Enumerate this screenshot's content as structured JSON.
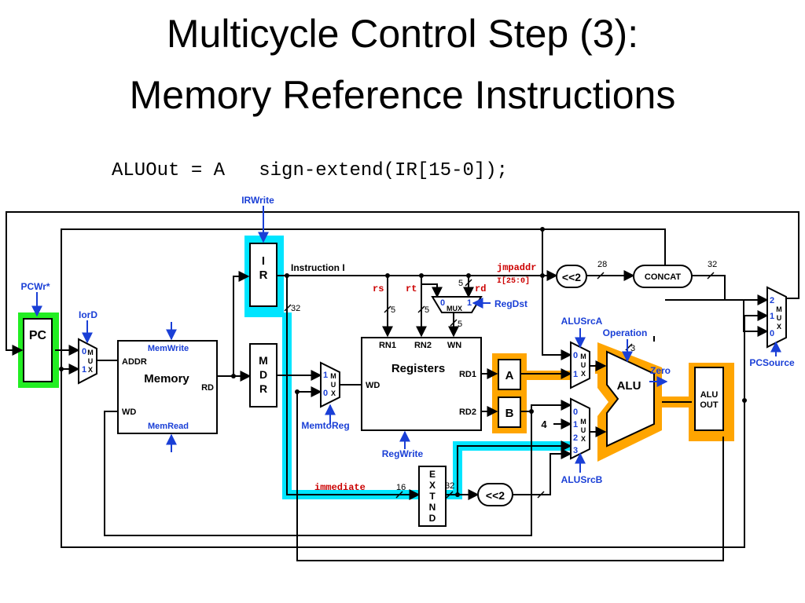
{
  "slide": {
    "title_line1": "Multicycle Control Step (3):",
    "title_line2": "Memory Reference Instructions",
    "equation": "ALUOut = A   sign-extend(IR[15-0]);"
  },
  "blocks": {
    "pc": "PC",
    "memory": "Memory",
    "mem_addr": "ADDR",
    "mem_rd": "RD",
    "mem_wd": "WD",
    "ir": [
      "I",
      "R"
    ],
    "mdr": [
      "M",
      "D",
      "R"
    ],
    "registers": "Registers",
    "rn1": "RN1",
    "rn2": "RN2",
    "wn": "WN",
    "rd1": "RD1",
    "rd2": "RD2",
    "reg_wd": "WD",
    "reg_a": "A",
    "reg_b": "B",
    "alu": "ALU",
    "alu_out": [
      "ALU",
      "OUT"
    ],
    "extnd": [
      "E",
      "X",
      "T",
      "N",
      "D"
    ],
    "shift_top": "<<2",
    "shift_bottom": "<<2",
    "concat": "CONCAT",
    "regdst_mux": "MUX",
    "mux_letters": [
      "M",
      "U",
      "X"
    ]
  },
  "signals": {
    "irwrite": "IRWrite",
    "pcwr": "PCWr*",
    "iord": "IorD",
    "memwrite": "MemWrite",
    "memread": "MemRead",
    "memtoreg": "MemtoReg",
    "regwrite": "RegWrite",
    "regdst": "RegDst",
    "alusrca": "ALUSrcA",
    "alusrcb": "ALUSrcB",
    "operation": "Operation",
    "zero": "Zero",
    "pcsource": "PCSource"
  },
  "labels": {
    "instruction": "Instruction  I",
    "rs": "rs",
    "rt": "rt",
    "rd": "rd",
    "jmpaddr": "jmpaddr",
    "i25": "I[25:0]",
    "immediate": "immediate",
    "four": "4"
  },
  "bus_widths": {
    "w5a": "5",
    "w5b": "5",
    "w5c": "5",
    "w5d": "5",
    "w32_ir": "32",
    "w32_ext": "32",
    "w28": "28",
    "w32_concat": "32",
    "w3": "3",
    "w16": "16"
  },
  "mux_inputs": {
    "iord": [
      "0",
      "1"
    ],
    "memtoreg": [
      "1",
      "0"
    ],
    "regdst": [
      "0",
      "1"
    ],
    "alusrca": [
      "0",
      "1"
    ],
    "alusrcb": [
      "0",
      "1",
      "2",
      "3"
    ],
    "pcsource": [
      "2",
      "1",
      "0"
    ]
  },
  "colors": {
    "active_path_cyan": "#00e5ff",
    "highlight_orange": "#ffa500",
    "pc_green": "#22ee22",
    "control_blue": "#1a3fd6",
    "field_red": "#cc0000"
  }
}
